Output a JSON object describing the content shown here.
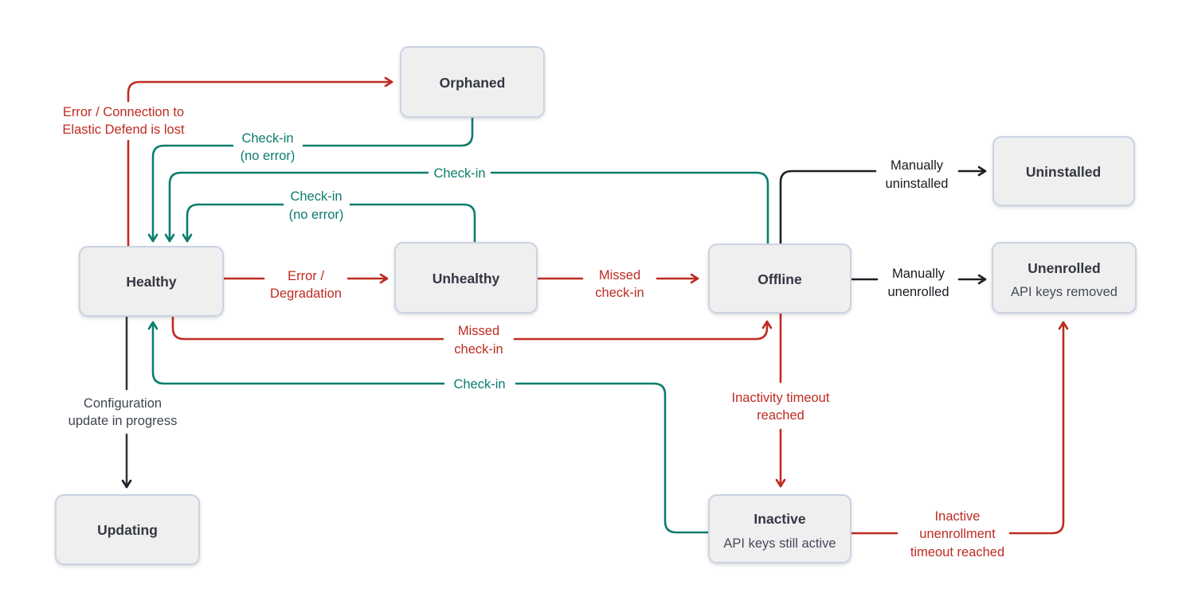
{
  "states": {
    "healthy": {
      "label": "Healthy"
    },
    "orphaned": {
      "label": "Orphaned"
    },
    "unhealthy": {
      "label": "Unhealthy"
    },
    "offline": {
      "label": "Offline"
    },
    "uninstalled": {
      "label": "Uninstalled"
    },
    "unenrolled": {
      "label": "Unenrolled",
      "sublabel": "API keys removed"
    },
    "updating": {
      "label": "Updating"
    },
    "inactive": {
      "label": "Inactive",
      "sublabel": "API keys still active"
    }
  },
  "transitions": {
    "healthy_to_orphaned": {
      "line1": "Error / Connection to",
      "line2": "Elastic Defend is lost"
    },
    "orphaned_to_healthy": {
      "line1": "Check-in",
      "line2": "(no error)"
    },
    "offline_to_healthy": {
      "line1": "Check-in"
    },
    "unhealthy_to_healthy": {
      "line1": "Check-in",
      "line2": "(no error)"
    },
    "healthy_to_unhealthy": {
      "line1": "Error /",
      "line2": "Degradation"
    },
    "unhealthy_to_offline": {
      "line1": "Missed",
      "line2": "check-in"
    },
    "healthy_to_offline": {
      "line1": "Missed",
      "line2": "check-in"
    },
    "inactive_to_healthy": {
      "line1": "Check-in"
    },
    "healthy_to_updating": {
      "line1": "Configuration",
      "line2": "update in progress"
    },
    "offline_to_inactive": {
      "line1": "Inactivity timeout",
      "line2": "reached"
    },
    "offline_to_uninstalled": {
      "line1": "Manually",
      "line2": "uninstalled"
    },
    "offline_to_unenrolled": {
      "line1": "Manually",
      "line2": "unenrolled"
    },
    "inactive_to_unenrolled": {
      "line1": "Inactive",
      "line2": "unenrollment",
      "line3": "timeout reached"
    }
  },
  "colors": {
    "error_red": "#BE2B21",
    "checkin_teal": "#0B7C6D",
    "neutral_dark": "#343741",
    "label_black": "#1A1C21",
    "box_fill": "#EFEFF0",
    "box_border": "#CBD3E2",
    "background": "#FFFFFF"
  }
}
